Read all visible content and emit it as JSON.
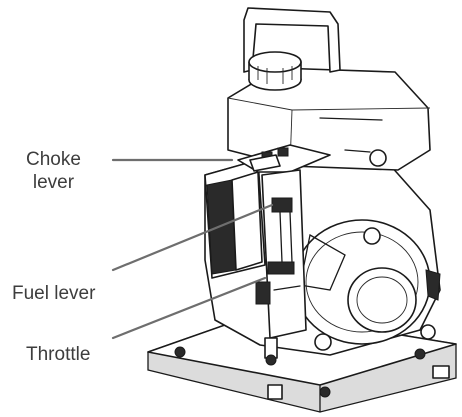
{
  "labels": {
    "choke_line1": "Choke",
    "choke_line2": "lever",
    "fuel": "Fuel lever",
    "throttle": "Throttle"
  },
  "colors": {
    "label_text": "#3d3d3d",
    "leader_line": "#6e6e6e",
    "outline": "#1a1a1a"
  },
  "icons": [
    "engine-pump-line-drawing"
  ]
}
